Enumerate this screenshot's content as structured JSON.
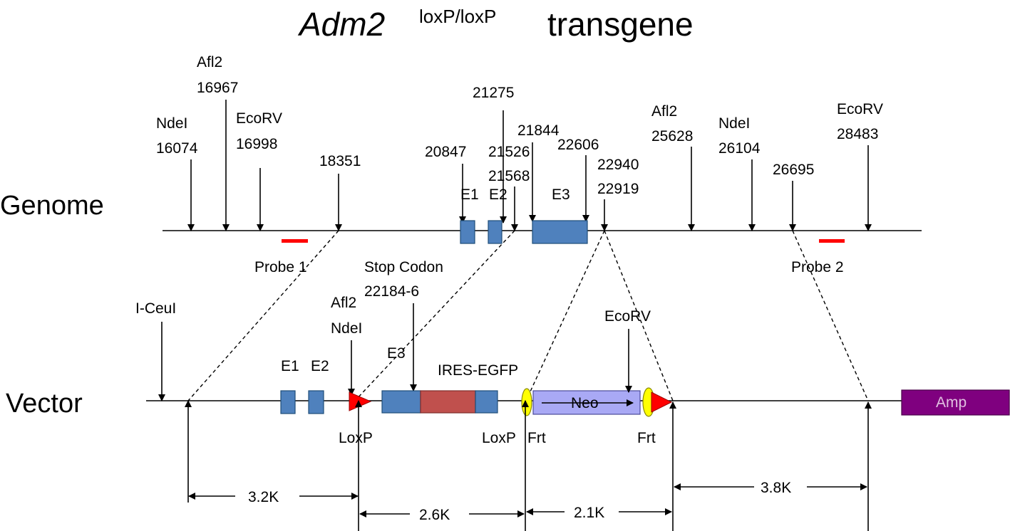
{
  "title": {
    "gene": "Adm2",
    "superscript": "loxP/loxP",
    "suffix": "transgene"
  },
  "rows": {
    "genome": "Genome",
    "vector": "Vector"
  },
  "genome_sites": {
    "ndei_1": {
      "name": "NdeI",
      "pos": "16074"
    },
    "afl2_1": {
      "name": "Afl2",
      "pos": "16967"
    },
    "ecorv_1": {
      "name": "EcoRV",
      "pos": "16998"
    },
    "pos_18351": "18351",
    "pos_20847": "20847",
    "pos_21275": "21275",
    "pos_21526": "21526",
    "pos_21568": "21568",
    "pos_21844": "21844",
    "pos_22606": "22606",
    "pos_22940": "22940",
    "pos_22919": "22919",
    "afl2_2": {
      "name": "Afl2",
      "pos": "25628"
    },
    "ndei_2": {
      "name": "NdeI",
      "pos": "26104"
    },
    "pos_26695": "26695",
    "ecorv_2": {
      "name": "EcoRV",
      "pos": "28483"
    }
  },
  "genome_exons": {
    "e1": "E1",
    "e2": "E2",
    "e3": "E3"
  },
  "probes": {
    "probe1": "Probe 1",
    "probe2": "Probe 2"
  },
  "vector_labels": {
    "iceui": "I-CeuI",
    "afl2": "Afl2",
    "ndei": "NdeI",
    "stop_codon": "Stop Codon",
    "stop_pos": "22184-6",
    "e1": "E1",
    "e2": "E2",
    "e3": "E3",
    "ires_egfp": "IRES-EGFP",
    "ecorv": "EcoRV",
    "neo": "Neo",
    "amp": "Amp",
    "loxp_1": "LoxP",
    "loxp_2": "LoxP",
    "frt_1": "Frt",
    "frt_2": "Frt"
  },
  "distances": {
    "d1": "3.2K",
    "d2": "2.6K",
    "d3": "2.1K",
    "d4": "3.8K"
  },
  "colors": {
    "exon": "#4F81BD",
    "egfp": "#C0504D",
    "neo": "#A9A9F5",
    "amp": "#7F007F",
    "loxp": "#FF0000",
    "frt": "#FFFF00",
    "probe": "#FF0000"
  }
}
